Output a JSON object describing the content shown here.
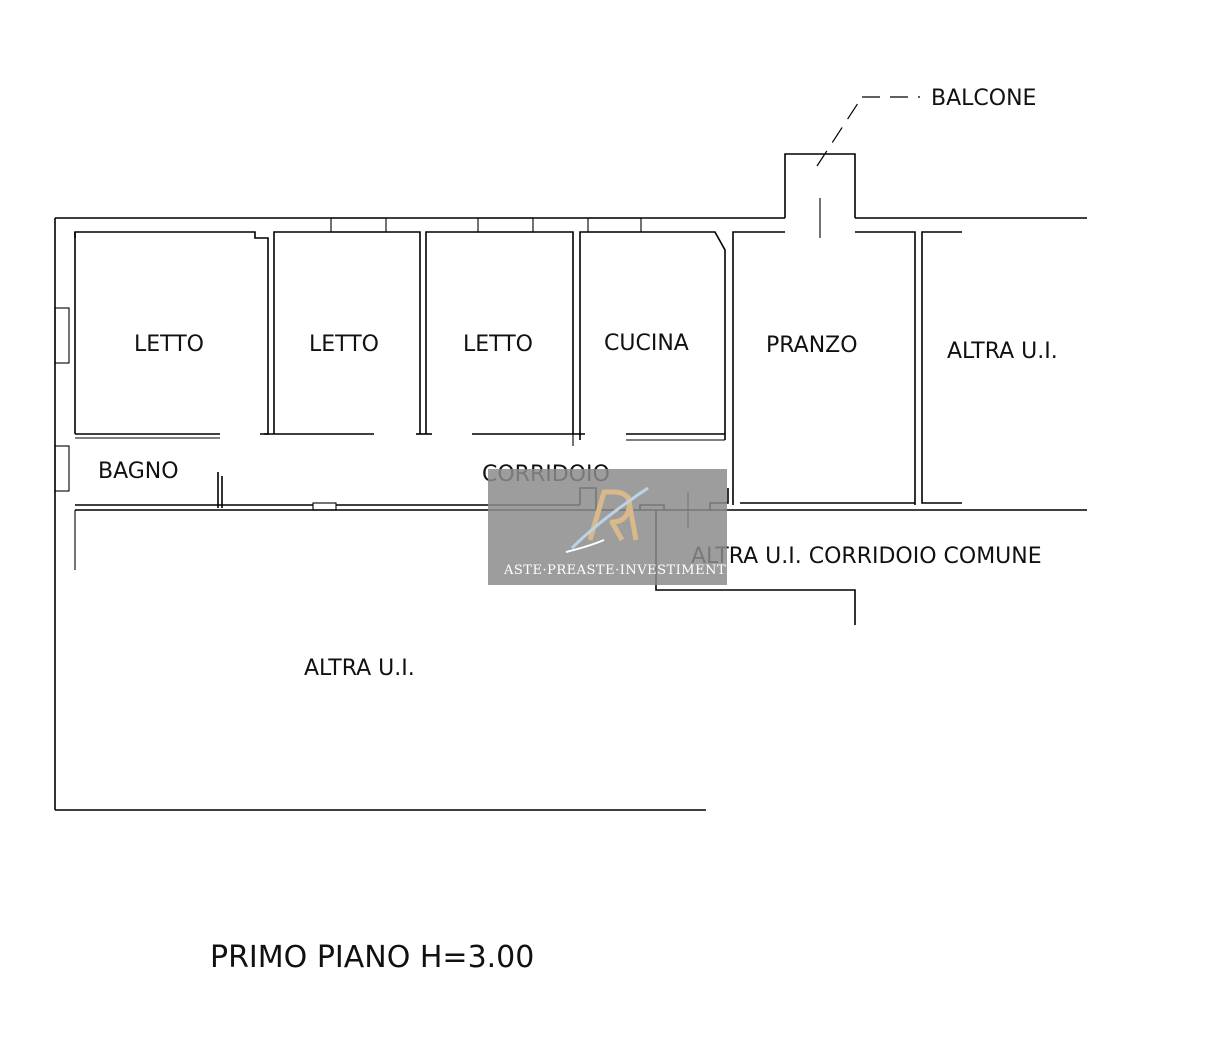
{
  "rooms": {
    "letto_1": "LETTO",
    "letto_2": "LETTO",
    "letto_3": "LETTO",
    "cucina": "CUCINA",
    "pranzo": "PRANZO",
    "altra_ui_right": "ALTRA U.I.",
    "bagno": "BAGNO",
    "corridoio": "CORRIDOIO",
    "altra_ui_corridoio_comune": "ALTRA U.I. CORRIDOIO COMUNE",
    "altra_ui_bottom": "ALTRA U.I.",
    "balcone": "BALCONE"
  },
  "title": "PRIMO PIANO H=3.00",
  "watermark": {
    "brand_text": "ASTE·PREASTE·INVESTIMENTI",
    "colors": {
      "box": "#8c8c8c",
      "logo": "#d9b98a",
      "logo_accent": "#bcd3e6"
    }
  }
}
